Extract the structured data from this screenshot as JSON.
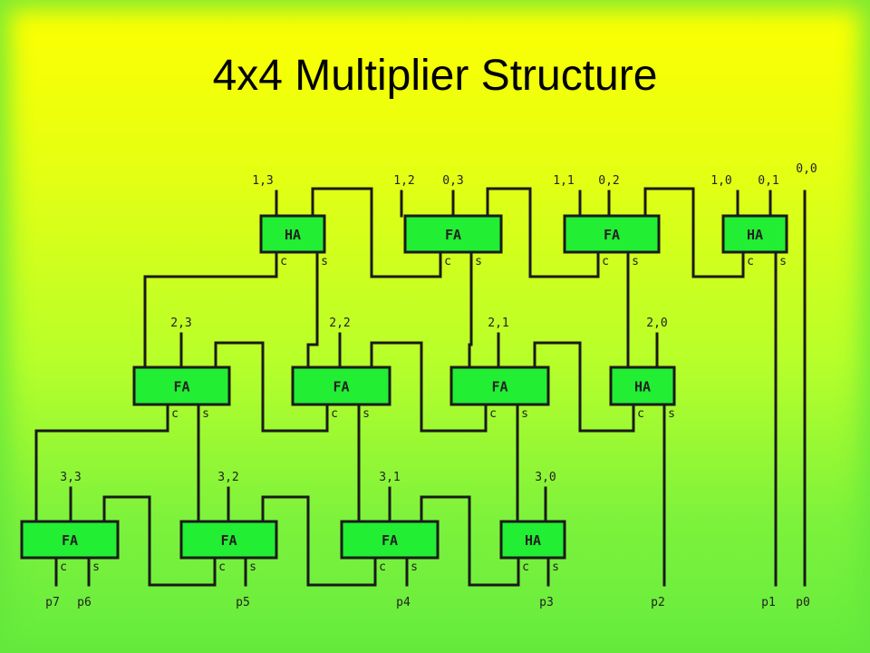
{
  "title": "4x4 Multiplier Structure",
  "rows": [
    {
      "cells": [
        {
          "type": "HA",
          "inputs": [
            "1,3"
          ]
        },
        {
          "type": "FA",
          "inputs": [
            "1,2",
            "0,3"
          ]
        },
        {
          "type": "FA",
          "inputs": [
            "1,1",
            "0,2"
          ]
        },
        {
          "type": "HA",
          "inputs": [
            "1,0",
            "0,1"
          ]
        }
      ],
      "extra_input": "0,0"
    },
    {
      "cells": [
        {
          "type": "FA",
          "inputs": [
            "2,3"
          ]
        },
        {
          "type": "FA",
          "inputs": [
            "2,2"
          ]
        },
        {
          "type": "FA",
          "inputs": [
            "2,1"
          ]
        },
        {
          "type": "HA",
          "inputs": [
            "2,0"
          ]
        }
      ]
    },
    {
      "cells": [
        {
          "type": "FA",
          "inputs": [
            "3,3"
          ]
        },
        {
          "type": "FA",
          "inputs": [
            "3,2"
          ]
        },
        {
          "type": "FA",
          "inputs": [
            "3,1"
          ]
        },
        {
          "type": "HA",
          "inputs": [
            "3,0"
          ]
        }
      ]
    }
  ],
  "port_labels": {
    "carry": "c",
    "sum": "s"
  },
  "outputs": [
    "p7",
    "p6",
    "p5",
    "p4",
    "p3",
    "p2",
    "p1",
    "p0"
  ]
}
